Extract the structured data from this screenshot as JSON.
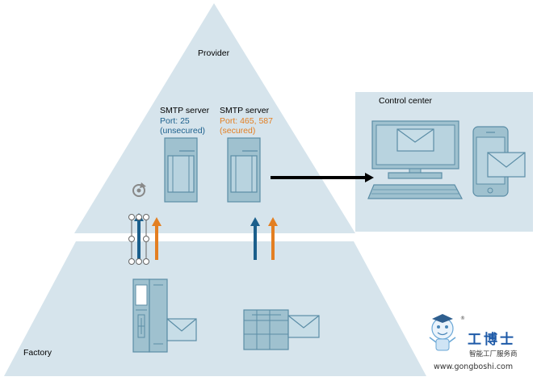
{
  "provider": {
    "label": "Provider"
  },
  "factory": {
    "label": "Factory"
  },
  "control_center": {
    "label": "Control center"
  },
  "servers": [
    {
      "title": "SMTP server",
      "port": "Port: 25",
      "security": "(unsecured)",
      "accent": "#1b5f8c"
    },
    {
      "title": "SMTP server",
      "port": "Port: 465, 587",
      "security": "(secured)",
      "accent": "#e37f22"
    }
  ],
  "colors": {
    "panel": "#d6e4ec",
    "device": "#9fc1cf",
    "line": "#5b8da6",
    "blue_arrow": "#1b5f8c",
    "orange_arrow": "#e37f22",
    "connection": "#000000"
  },
  "watermark": {
    "brand": "工博士",
    "tagline": "智能工厂服务商",
    "url": "www.gongboshi.com",
    "registered": "®"
  }
}
